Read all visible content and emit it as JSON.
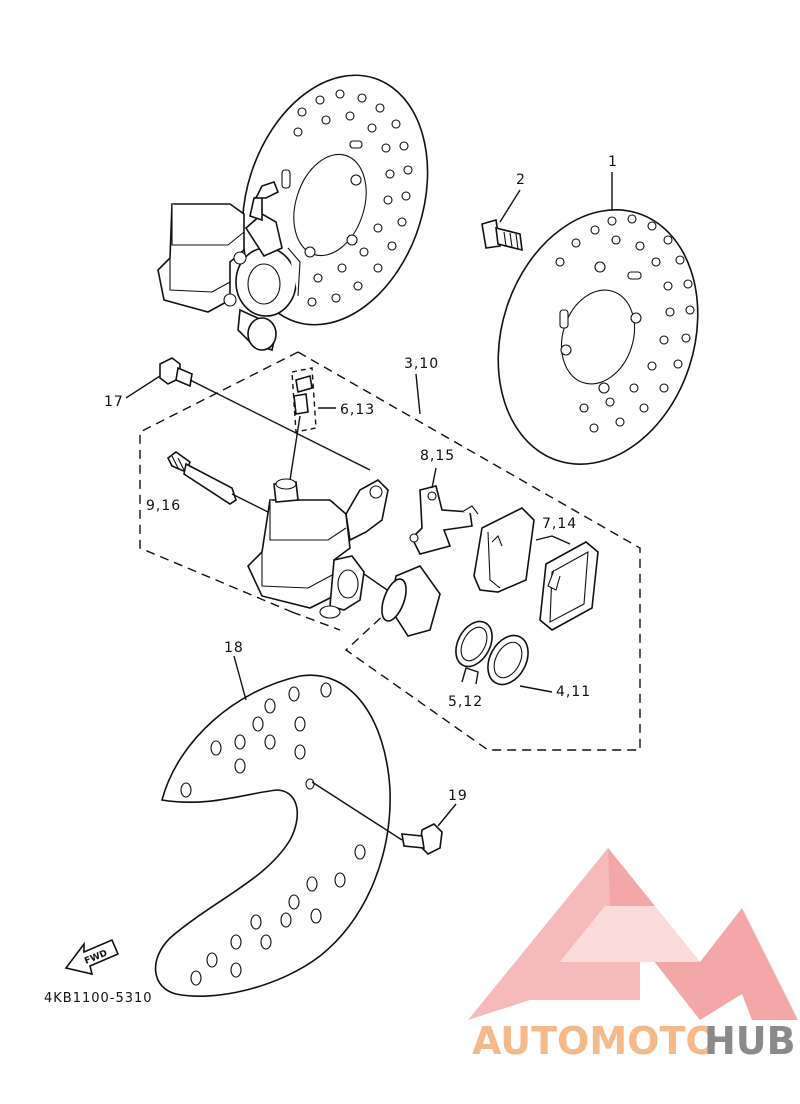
{
  "diagram": {
    "callouts": [
      {
        "id": "c1",
        "text": "1"
      },
      {
        "id": "c2",
        "text": "2"
      },
      {
        "id": "c3",
        "text": "3,10"
      },
      {
        "id": "c4",
        "text": "6,13"
      },
      {
        "id": "c5",
        "text": "17"
      },
      {
        "id": "c6",
        "text": "8,15"
      },
      {
        "id": "c7",
        "text": "9,16"
      },
      {
        "id": "c8",
        "text": "7,14"
      },
      {
        "id": "c9",
        "text": "18"
      },
      {
        "id": "c10",
        "text": "5,12"
      },
      {
        "id": "c11",
        "text": "4,11"
      },
      {
        "id": "c12",
        "text": "19"
      }
    ],
    "fwd_label": "FWD",
    "part_code": "4KB1100-5310"
  },
  "watermark": {
    "brand_part1": "AUTOMOTO",
    "brand_part2": "HUB",
    "colors": {
      "logo": "#f08a8a",
      "brand1": "#f5b98a",
      "brand2": "#8a8a8a"
    }
  }
}
